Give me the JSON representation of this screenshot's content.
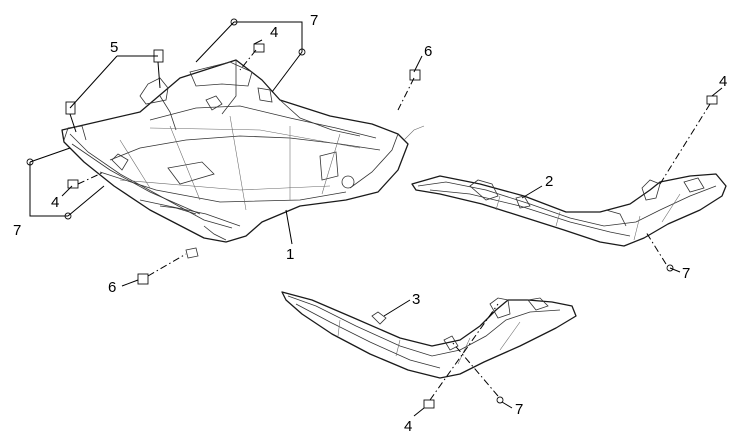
{
  "callouts": {
    "c1": "1",
    "c2": "2",
    "c3": "3",
    "c4_top": "4",
    "c4_right": "4",
    "c4_left": "4",
    "c4_bottom": "4",
    "c5": "5",
    "c6_top": "6",
    "c6_bottom": "6",
    "c7_top": "7",
    "c7_left": "7",
    "c7_right": "7",
    "c7_bottom": "7"
  },
  "colors": {
    "line": "#1a1a1a",
    "background": "#ffffff"
  }
}
